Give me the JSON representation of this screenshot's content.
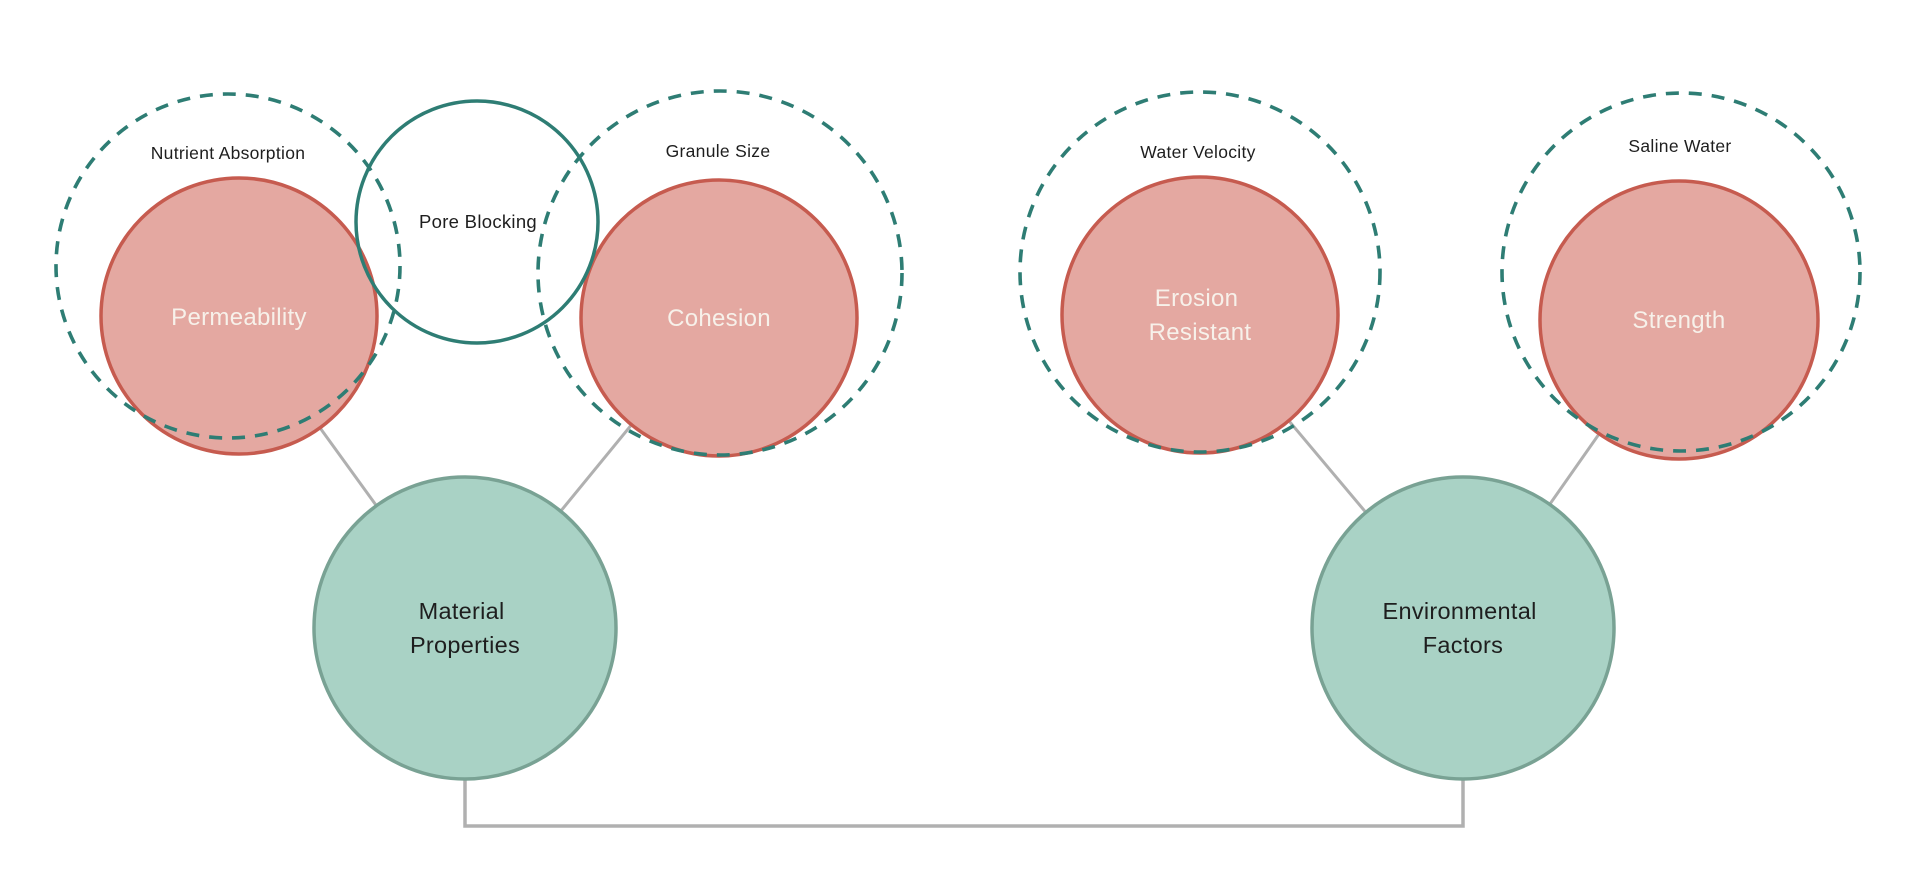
{
  "diagram": {
    "type": "venn-concept-diagram",
    "colors": {
      "background": "#ffffff",
      "dashed_ring_stroke": "#2e7d74",
      "overlap_ring_stroke": "#2e7d74",
      "property_fill": "#e4a8a1",
      "property_stroke": "#c65b4f",
      "property_text": "#f7f1ea",
      "category_fill": "#a9d2c5",
      "category_stroke": "#79a294",
      "connector": "#b0b0b0",
      "label_text": "#1e1e1e"
    },
    "nodes": {
      "nutrient_absorption": {
        "label": "Nutrient Absorption",
        "type": "dashed-ring"
      },
      "permeability": {
        "label": "Permeability",
        "type": "property"
      },
      "pore_blocking": {
        "label": "Pore Blocking",
        "type": "overlap-ring"
      },
      "granule_size": {
        "label": "Granule Size",
        "type": "dashed-ring"
      },
      "cohesion": {
        "label": "Cohesion",
        "type": "property"
      },
      "water_velocity": {
        "label": "Water Velocity",
        "type": "dashed-ring"
      },
      "erosion_resistant": {
        "label": "Erosion Resistant",
        "lines": [
          "Erosion",
          "Resistant"
        ],
        "type": "property"
      },
      "saline_water": {
        "label": "Saline Water",
        "type": "dashed-ring"
      },
      "strength": {
        "label": "Strength",
        "type": "property"
      },
      "material_properties": {
        "label": "Material Properties",
        "lines": [
          "Material",
          "Properties"
        ],
        "type": "category"
      },
      "environmental_factors": {
        "label": "Environmental Factors",
        "lines": [
          "Environmental",
          "Factors"
        ],
        "type": "category"
      }
    },
    "edges": [
      {
        "from": "Permeability",
        "to": "Material Properties"
      },
      {
        "from": "Cohesion",
        "to": "Material Properties"
      },
      {
        "from": "Erosion Resistant",
        "to": "Environmental Factors"
      },
      {
        "from": "Strength",
        "to": "Environmental Factors"
      },
      {
        "from": "Material Properties",
        "to": "Environmental Factors"
      }
    ]
  }
}
